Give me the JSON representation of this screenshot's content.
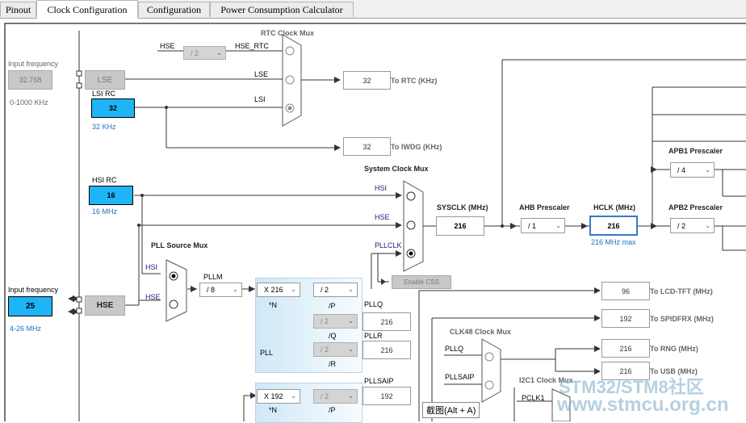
{
  "tabs": [
    {
      "label": "Pinout"
    },
    {
      "label": "Clock Configuration"
    },
    {
      "label": "Configuration"
    },
    {
      "label": "Power Consumption Calculator"
    }
  ],
  "lse": {
    "input_label": "Input frequency",
    "input_value": "32.768",
    "range": "0-1000 KHz",
    "block": "LSE"
  },
  "lsi": {
    "title": "LSI RC",
    "value": "32",
    "freq": "32 KHz"
  },
  "hsi": {
    "title": "HSI RC",
    "value": "16",
    "freq": "16 MHz"
  },
  "hse": {
    "input_label": "Input frequency",
    "input_value": "25",
    "range": "4-26 MHz",
    "block": "HSE"
  },
  "rtc": {
    "title": "RTC Clock Mux",
    "hse_label": "HSE",
    "div": "/ 2",
    "hse_rtc": "HSE_RTC",
    "lse_label": "LSE",
    "lsi_label": "LSI",
    "out_value": "32",
    "out_label": "To RTC (KHz)"
  },
  "iwdg": {
    "value": "32",
    "label": "To IWDG (KHz)"
  },
  "sys_mux": {
    "title": "System Clock Mux",
    "hsi": "HSI",
    "hse": "HSE",
    "pllclk": "PLLCLK",
    "enable_css": "Enable CSS"
  },
  "sysclk": {
    "label": "SYSCLK (MHz)",
    "value": "216"
  },
  "ahb": {
    "label": "AHB Prescaler",
    "value": "/ 1"
  },
  "hclk": {
    "label": "HCLK (MHz)",
    "value": "216",
    "max": "216 MHz max"
  },
  "apb1": {
    "label": "APB1 Prescaler",
    "value": "/ 4"
  },
  "apb2": {
    "label": "APB2 Prescaler",
    "value": "/ 2"
  },
  "pll_src": {
    "title": "PLL Source Mux",
    "hsi": "HSI",
    "hse": "HSE"
  },
  "pllm": {
    "label": "PLLM",
    "value": "/ 8"
  },
  "pll": {
    "n_value": "X 216",
    "n_label": "*N",
    "p_value": "/ 2",
    "p_label": "/P",
    "q_value": "/ 2",
    "q_label": "/Q",
    "r_value": "/ 2",
    "r_label": "/R",
    "name": "PLL",
    "pllq_label": "PLLQ",
    "pllq_value": "216",
    "pllr_label": "PLLR",
    "pllr_value": "216"
  },
  "pllsai": {
    "n_value": "X 192",
    "n_label": "*N",
    "p_value": "/ 2",
    "p_label": "/P",
    "label": "PLLSAIP",
    "value": "192"
  },
  "outputs": [
    {
      "value": "96",
      "label": "To LCD-TFT (MHz)"
    },
    {
      "value": "192",
      "label": "To SPIDFRX (MHz)"
    },
    {
      "value": "216",
      "label": "To RNG (MHz)"
    },
    {
      "value": "216",
      "label": "To USB (MHz)"
    }
  ],
  "clk48": {
    "title": "CLK48 Clock Mux",
    "pllq": "PLLQ",
    "pllsaip": "PLLSAIP"
  },
  "i2c1": {
    "title": "I2C1 Clock Mux",
    "pclk1": "PCLK1"
  },
  "tooltip": "截图(Alt + A)",
  "watermark": {
    "line1": "STM32/STM8社区",
    "line2": "www.stmcu.org.cn"
  },
  "colors": {
    "oscillator_blue": "#1eb4f5",
    "hclk_border": "#3a78c8",
    "pll_bg": "#cfe8f7"
  }
}
